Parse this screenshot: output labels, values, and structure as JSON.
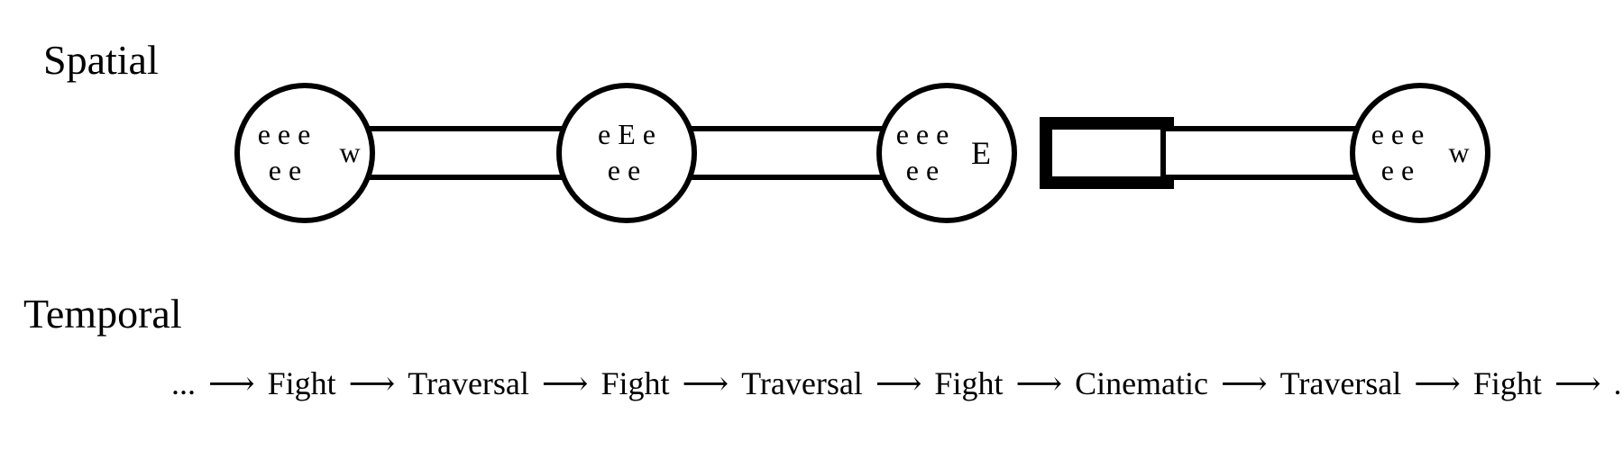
{
  "titles": {
    "spatial": "Spatial",
    "temporal": "Temporal"
  },
  "spatial": {
    "rooms": [
      {
        "rows": [
          "e e e",
          "e e"
        ],
        "side": "w"
      },
      {
        "rows": [
          "e E e",
          "e e"
        ],
        "side": ""
      },
      {
        "rows": [
          "e e e",
          "e e"
        ],
        "side": "E"
      },
      {
        "rows": [
          "e e e",
          "e e"
        ],
        "side": "w"
      }
    ],
    "corridors": [
      {
        "style": "thin"
      },
      {
        "style": "thin"
      },
      {
        "style": "thick"
      },
      {
        "style": "thin"
      }
    ]
  },
  "temporal": {
    "sequence": [
      "...",
      "Fight",
      "Traversal",
      "Fight",
      "Traversal",
      "Fight",
      "Cinematic",
      "Traversal",
      "Fight",
      "..."
    ],
    "arrow": "⟶"
  }
}
